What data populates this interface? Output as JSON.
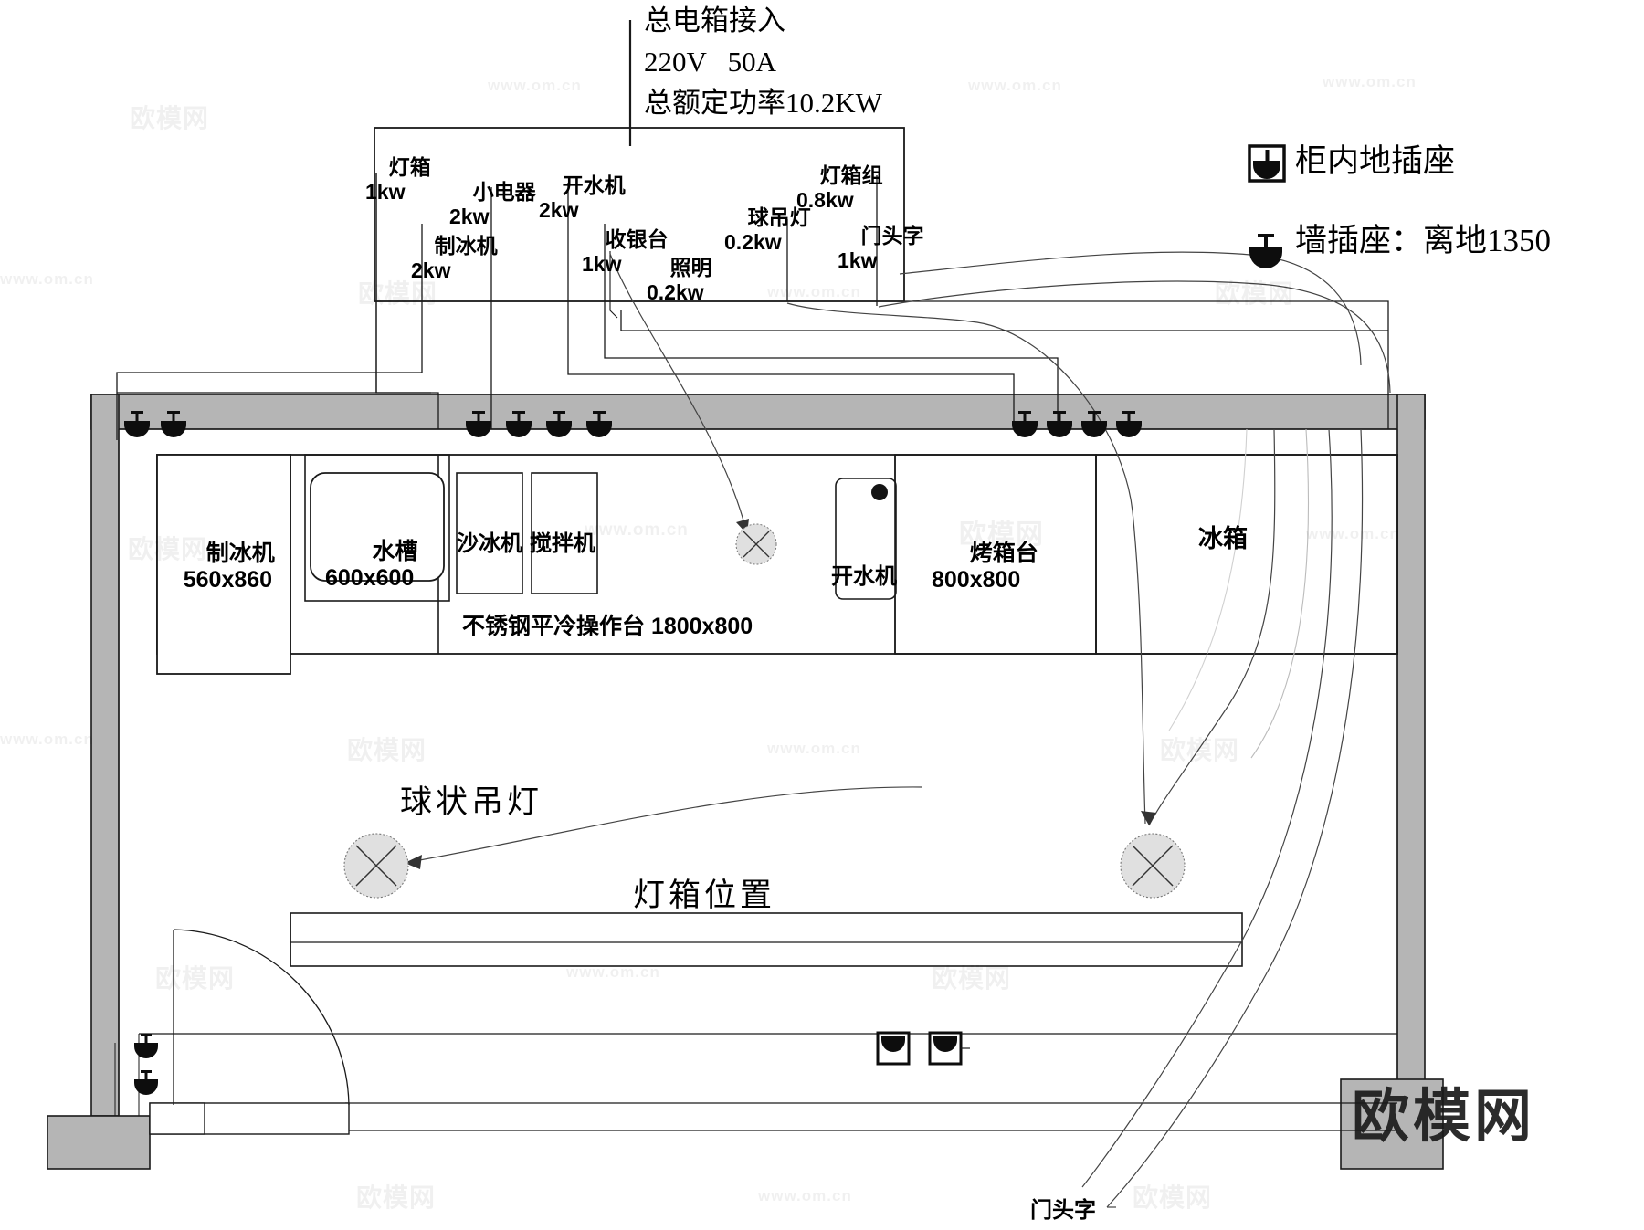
{
  "diagram": {
    "title_block": {
      "line1": "总电箱接入",
      "line2": "220V   50A",
      "line3": "总额定功率10.2KW"
    },
    "panel_circuits": [
      {
        "name": "灯箱",
        "power": "1kw",
        "id": "lightbox"
      },
      {
        "name": "制冰机",
        "power": "2kw",
        "id": "ice-machine"
      },
      {
        "name": "小电器",
        "power": "2kw",
        "id": "small-appliance"
      },
      {
        "name": "开水机",
        "power": "2kw",
        "id": "water-boiler"
      },
      {
        "name": "收银台",
        "power": "1kw",
        "id": "cashier"
      },
      {
        "name": "照明",
        "power": "0.2kw",
        "id": "lighting"
      },
      {
        "name": "球吊灯",
        "power": "0.2kw",
        "id": "ball-pendant"
      },
      {
        "name": "灯箱组",
        "power": "0.8kw",
        "id": "lightbox-group"
      },
      {
        "name": "门头字",
        "power": "1kw",
        "id": "signage-text"
      }
    ],
    "legend": [
      {
        "symbol": "floor-socket-icon",
        "label": "柜内地插座"
      },
      {
        "symbol": "wall-socket-icon",
        "label": "墙插座：离地1350"
      }
    ],
    "equipment": [
      {
        "name": "制冰机",
        "size": "560x860"
      },
      {
        "name": "水槽",
        "size": "600x600"
      },
      {
        "name": "沙冰机",
        "size": ""
      },
      {
        "name": "搅拌机",
        "size": ""
      },
      {
        "name": "开水机",
        "size": ""
      },
      {
        "name": "烤箱台",
        "size": "800x800"
      },
      {
        "name": "冰箱",
        "size": ""
      },
      {
        "name": "不锈钢平冷操作台 1800x800",
        "size": ""
      }
    ],
    "floor_annotations": [
      {
        "label": "球状吊灯"
      },
      {
        "label": "灯箱位置"
      },
      {
        "label": "门头字"
      }
    ],
    "watermarks": {
      "small": "www.om.cn",
      "small_alt": "欧模网",
      "brand": "欧模网"
    },
    "colors": {
      "wall": "#b5b5b5",
      "line": "#1a1a1a",
      "lamp_fill": "#e0e0e0",
      "bg": "#ffffff"
    }
  }
}
